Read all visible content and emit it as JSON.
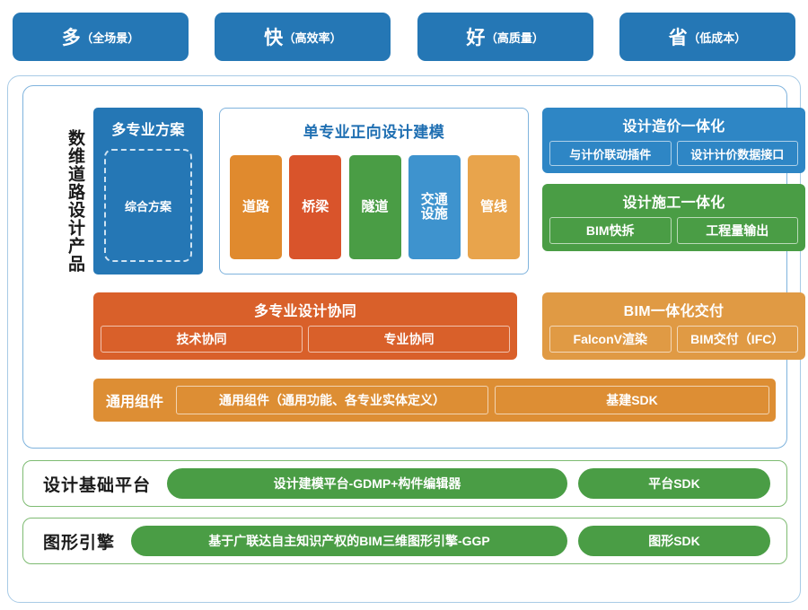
{
  "banner": {
    "items": [
      {
        "big": "多",
        "small": "（全场景）"
      },
      {
        "big": "快",
        "small": "（高效率）"
      },
      {
        "big": "好",
        "small": "（高质量）"
      },
      {
        "big": "省",
        "small": "（低成本）"
      }
    ]
  },
  "product": {
    "vertical_label": "数维道路设计产品",
    "multi_solution": {
      "title": "多专业方案",
      "inner": "综合方案",
      "color": "#2577b5"
    },
    "mono_modeling": {
      "title": "单专业正向设计建模",
      "title_color": "#1f6fb2",
      "disciplines": [
        {
          "label": "道路",
          "color": "#e08a2e"
        },
        {
          "label": "桥梁",
          "color": "#d9542b"
        },
        {
          "label": "隧道",
          "color": "#4a9d45"
        },
        {
          "label": "交通\n设施",
          "color": "#3e93ce"
        },
        {
          "label": "管线",
          "color": "#e8a44c"
        }
      ]
    },
    "cost_integration": {
      "title": "设计造价一体化",
      "color": "#2e86c5",
      "chips": [
        "与计价联动插件",
        "设计计价数据接口"
      ]
    },
    "construction_integration": {
      "title": "设计施工一体化",
      "color": "#4a9d45",
      "chips": [
        "BIM快拆",
        "工程量输出"
      ]
    },
    "design_collaboration": {
      "title": "多专业设计协同",
      "color": "#d9602a",
      "chips": [
        "技术协同",
        "专业协同"
      ]
    },
    "bim_delivery": {
      "title": "BIM一体化交付",
      "color": "#e09a44",
      "chips": [
        "FalconV渲染",
        "BIM交付（IFC）"
      ]
    },
    "common_components": {
      "label": "通用组件",
      "color": "#dd8e34",
      "chips": [
        "通用组件（通用功能、各专业实体定义）",
        "基建SDK"
      ]
    }
  },
  "platforms": [
    {
      "label": "设计基础平台",
      "main": "设计建模平台-GDMP+构件编辑器",
      "sdk": "平台SDK",
      "color": "#4a9d45"
    },
    {
      "label": "图形引擎",
      "main": "基于广联达自主知识产权的BIM三维图形引擎-GGP",
      "sdk": "图形SDK",
      "color": "#4a9d45"
    }
  ]
}
